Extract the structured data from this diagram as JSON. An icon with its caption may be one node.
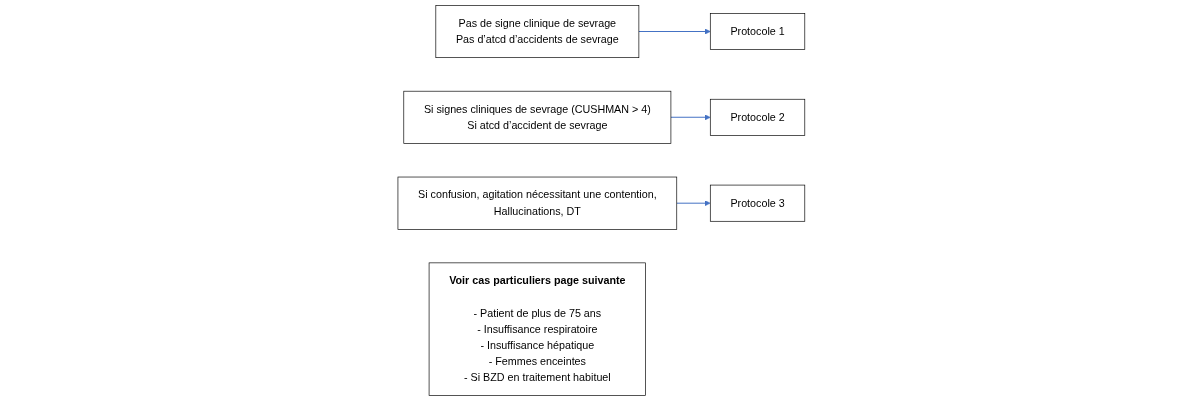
{
  "diagram": {
    "nodes": [
      {
        "text": [
          "Pas de signe clinique de sevrage",
          "Pas d’atcd d’accidents de sevrage"
        ]
      },
      {
        "text": [
          "Protocole 1"
        ]
      },
      {
        "text": [
          "Si signes cliniques de sevrage (CUSHMAN > 4)",
          "Si atcd d’accident de sevrage"
        ]
      },
      {
        "text": [
          "Protocole 2"
        ]
      },
      {
        "text": [
          "Si confusion, agitation nécessitant une contention,",
          "Hallucinations, DT"
        ]
      },
      {
        "text": [
          "Protocole 3"
        ]
      },
      {
        "text": [
          "Voir cas particuliers page suivante",
          "- Patient de plus de 75 ans",
          "- Insuffisance respiratoire",
          "- Insuffisance hépatique",
          "- Femmes enceintes",
          "- Si BZD en traitement habituel"
        ]
      }
    ],
    "edges": [
      {
        "from": 0,
        "to": 1,
        "arrow": "to"
      },
      {
        "from": 2,
        "to": 3,
        "arrow": "to"
      },
      {
        "from": 4,
        "to": 5,
        "arrow": "to"
      }
    ]
  }
}
